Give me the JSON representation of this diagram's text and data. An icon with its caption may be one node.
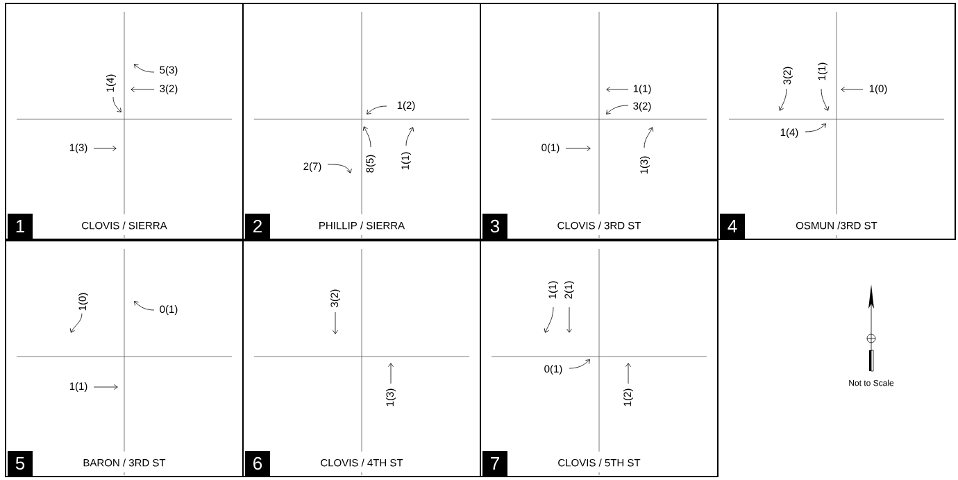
{
  "diagram": {
    "nodes": [
      {
        "text": [
          "CLOVIS / SIERRA"
        ]
      },
      {
        "text": [
          "1"
        ],
        "in": 0
      },
      {
        "text": [
          "PHILLIP / SIERRA"
        ]
      },
      {
        "text": [
          "2"
        ],
        "in": 2
      },
      {
        "text": [
          "CLOVIS / 3RD ST"
        ]
      },
      {
        "text": [
          "3"
        ],
        "in": 4
      },
      {
        "text": [
          "OSMUN /3RD ST"
        ]
      },
      {
        "text": [
          "4"
        ],
        "in": 6
      },
      {
        "text": [
          "BARON / 3RD ST"
        ]
      },
      {
        "text": [
          "5"
        ],
        "in": 8
      },
      {
        "text": [
          "CLOVIS / 4TH ST"
        ]
      },
      {
        "text": [
          "6"
        ],
        "in": 10
      },
      {
        "text": [
          "CLOVIS / 5TH ST"
        ]
      },
      {
        "text": [
          "7"
        ],
        "in": 12
      }
    ],
    "edges": [],
    "labels": [
      "1(4)",
      "5(3)",
      "3(2)",
      "1(3)",
      "1(2)",
      "2(7)",
      "8(5)",
      "1(1)",
      "1(1)",
      "3(2)",
      "0(1)",
      "1(3)",
      "3(2)",
      "1(1)",
      "1(0)",
      "1(4)",
      "1(0)",
      "0(1)",
      "1(1)",
      "3(2)",
      "1(3)",
      "1(1)",
      "2(1)",
      "0(1)",
      "1(2)",
      "Not to Scale"
    ]
  }
}
